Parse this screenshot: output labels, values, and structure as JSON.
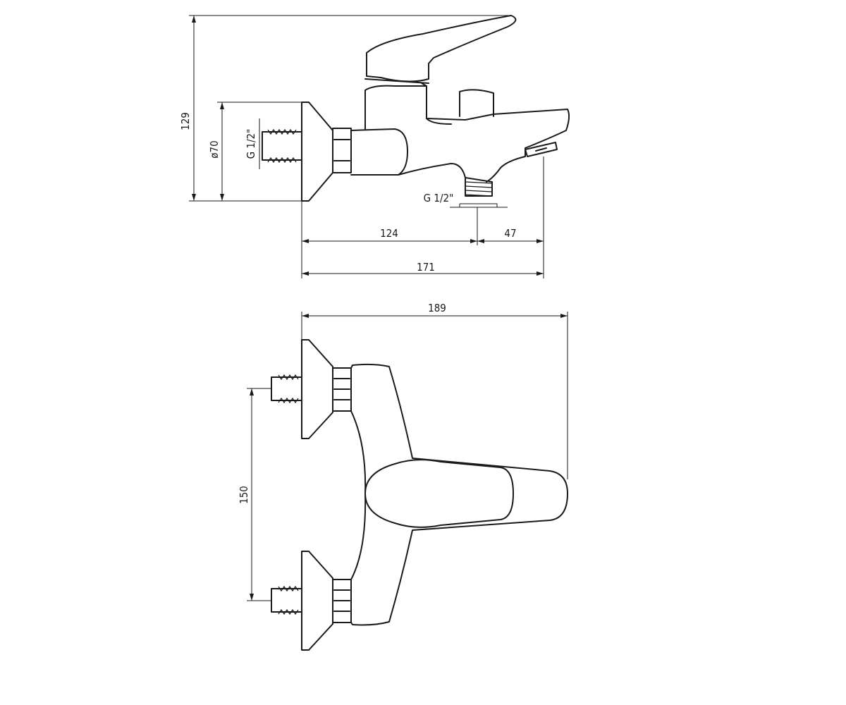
{
  "dimensions": {
    "total_height": "129",
    "rosette_diameter": "ø70",
    "inlet_thread": "G 1/2\"",
    "outlet_thread": "G 1/2\"",
    "wall_to_outlet": "124",
    "outlet_to_spout": "47",
    "wall_to_spout": "171",
    "overall_depth": "189",
    "inlet_spacing": "150"
  },
  "colors": {
    "line": "#1a1a1a",
    "background": "#ffffff"
  }
}
